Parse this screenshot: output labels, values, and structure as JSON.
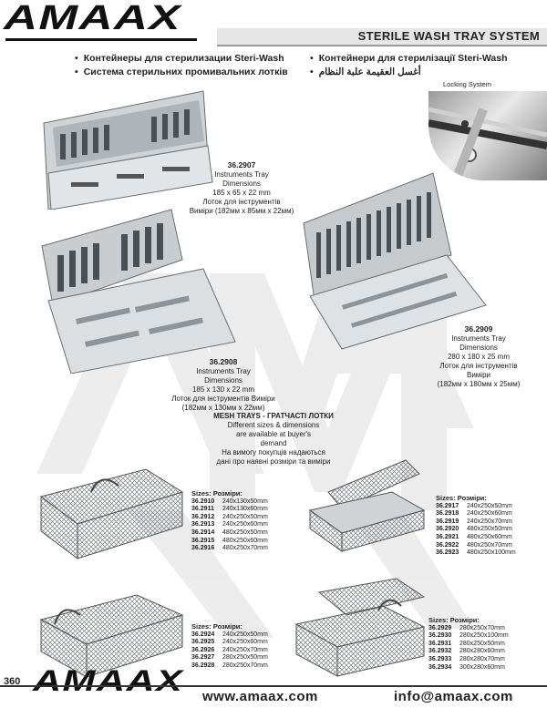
{
  "brand": {
    "name": "AMAAX"
  },
  "header": {
    "title": "STERILE WASH TRAY SYSTEM"
  },
  "bullets": [
    "Контейнеры для стерилизации Steri-Wash",
    "Контейнери для стерилізації Steri-Wash",
    "Система стерильних промивальних лотків",
    "أغسل العقيمة علبة النظام"
  ],
  "locking": {
    "label": "Locking System"
  },
  "products": {
    "p2907": {
      "code": "36.2907",
      "l1": "Instruments Tray",
      "l2": "Dimensions",
      "l3": "185 x 65 x 22 mm",
      "l4": "Лоток для інструментів",
      "l5": "Виміри (182мм x 85мм x 22мм)"
    },
    "p2908": {
      "code": "36.2908",
      "l1": "Instruments Tray",
      "l2": "Dimensions",
      "l3": "185 x 130 x 22 mm",
      "l4": "Лоток для інструментів Виміри",
      "l5": "(182мм x 130мм x 22мм)"
    },
    "p2909": {
      "code": "36.2909",
      "l1": "Instruments Tray",
      "l2": "Dimensions",
      "l3": "280 x 180 x 25 mm",
      "l4": "Лоток для інструментів",
      "l5": "Виміри",
      "l6": "(182мм x 180мм x 25мм)"
    }
  },
  "mesh": {
    "title": "MESH TRAYS - ГРАТЧАСТІ ЛОТКИ",
    "l1": "Different sizes & dimensions",
    "l2": "are available at buyer's",
    "l3": "demand",
    "l4": "На вимогу покупців надаються",
    "l5": "дані про наявні розміри та виміри"
  },
  "sizes_label": "Sizes: Розміри:",
  "size_groups": {
    "g1": [
      {
        "code": "36.2910",
        "dim": "240x130x50mm"
      },
      {
        "code": "36.2911",
        "dim": "240x130x60mm"
      },
      {
        "code": "36.2912",
        "dim": "240x250x50mm"
      },
      {
        "code": "36.2913",
        "dim": "240x250x60mm"
      },
      {
        "code": "36.2914",
        "dim": "480x250x50mm"
      },
      {
        "code": "36.2915",
        "dim": "480x250x60mm"
      },
      {
        "code": "36.2916",
        "dim": "480x250x70mm"
      }
    ],
    "g2": [
      {
        "code": "36.2917",
        "dim": "240x250x50mm"
      },
      {
        "code": "36.2918",
        "dim": "240x250x60mm"
      },
      {
        "code": "36.2919",
        "dim": "240x250x70mm"
      },
      {
        "code": "36.2920",
        "dim": "480x250x50mm"
      },
      {
        "code": "36.2921",
        "dim": "480x250x60mm"
      },
      {
        "code": "36.2922",
        "dim": "480x250x70mm"
      },
      {
        "code": "36.2923",
        "dim": "480x250x100mm"
      }
    ],
    "g3": [
      {
        "code": "36.2924",
        "dim": "240x250x50mm"
      },
      {
        "code": "36.2925",
        "dim": "240x250x60mm"
      },
      {
        "code": "36.2926",
        "dim": "240x250x70mm"
      },
      {
        "code": "36.2927",
        "dim": "280x250x50mm"
      },
      {
        "code": "36.2928",
        "dim": "280x250x70mm"
      }
    ],
    "g4": [
      {
        "code": "36.2929",
        "dim": "280x250x70mm"
      },
      {
        "code": "36.2930",
        "dim": "280x250x100mm"
      },
      {
        "code": "36.2931",
        "dim": "280x250x50mm"
      },
      {
        "code": "36.2932",
        "dim": "280x280x60mm"
      },
      {
        "code": "36.2933",
        "dim": "280x280x70mm"
      },
      {
        "code": "36.2934",
        "dim": "300x280x60mm"
      }
    ]
  },
  "footer": {
    "page": "360",
    "website": "www.amaax.com",
    "email": "info@amaax.com"
  }
}
